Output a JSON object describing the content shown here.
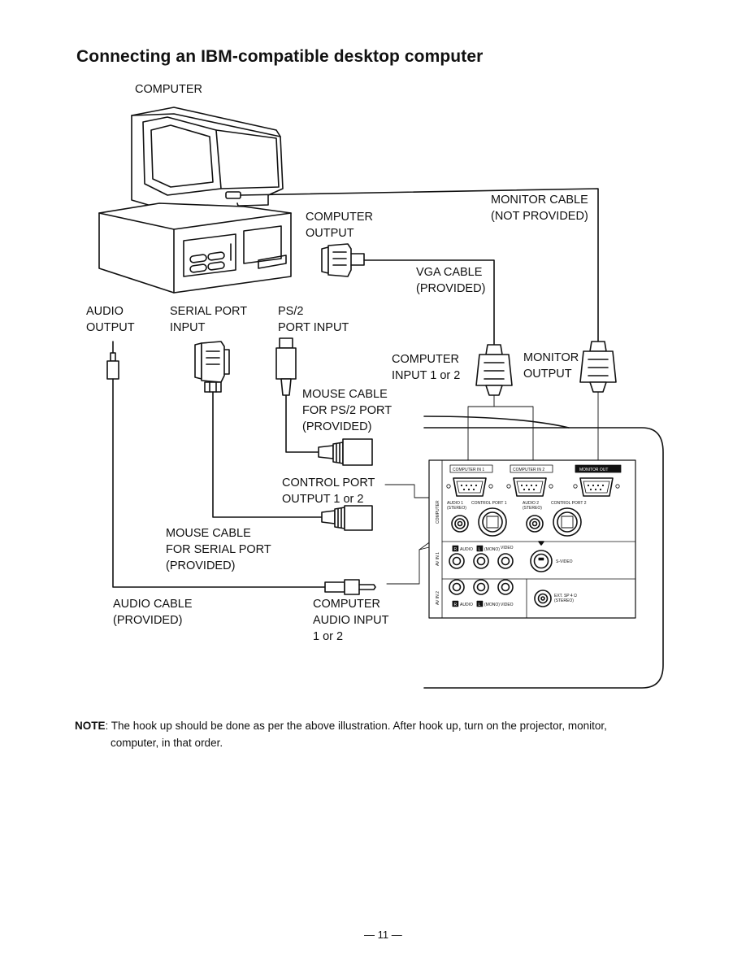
{
  "heading": "Connecting an IBM-compatible desktop computer",
  "labels": {
    "computer": "COMPUTER",
    "computer_output": "COMPUTER\nOUTPUT",
    "monitor_cable": "MONITOR CABLE\n(NOT PROVIDED)",
    "vga_cable": "VGA CABLE\n(PROVIDED)",
    "audio_output": "AUDIO\nOUTPUT",
    "serial_port_input": "SERIAL PORT\nINPUT",
    "ps2_port_input": "PS/2\nPORT INPUT",
    "computer_input": "COMPUTER\nINPUT 1 or 2",
    "monitor_output": "MONITOR\nOUTPUT",
    "mouse_cable_ps2": "MOUSE CABLE\nFOR PS/2 PORT\n(PROVIDED)",
    "control_port_output": "CONTROL PORT\nOUTPUT 1 or 2",
    "mouse_cable_serial": "MOUSE CABLE\nFOR SERIAL PORT\n(PROVIDED)",
    "audio_cable": "AUDIO CABLE\n(PROVIDED)",
    "computer_audio_input": "COMPUTER\nAUDIO INPUT\n1 or 2"
  },
  "panel": {
    "computer_in_1": "COMPUTER IN 1",
    "computer_in_2": "COMPUTER IN 2",
    "monitor_out": "MONITOR OUT",
    "audio_1": "AUDIO 1",
    "control_port_1": "CONTROL PORT 1",
    "audio_2": "AUDIO 2",
    "control_port_2": "CONTROL PORT 2",
    "stereo": "(STEREO)",
    "computer": "COMPUTER",
    "av_in_1": "AV IN 1",
    "av_in_2": "AV IN 2",
    "audio": "AUDIO",
    "mono": "(MONO)",
    "video": "VIDEO",
    "s_video": "S-VIDEO",
    "ext_sp": "EXT. SP 4 Ω",
    "r": "R",
    "l": "L"
  },
  "note": {
    "label": "NOTE",
    "line1": ": The hook up should be done as per the above illustration. After hook up, turn on the projector, monitor,",
    "line2": "computer, in that order."
  },
  "page_number": "— 11 —"
}
